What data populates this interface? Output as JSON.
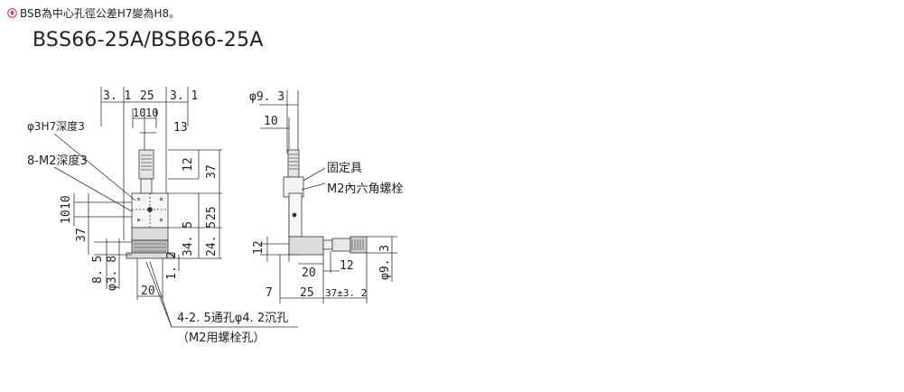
{
  "note": {
    "icon": "circle-pin-icon",
    "icon_color": "#d6336c",
    "text": "BSB為中心孔徑公差H7變為H8。"
  },
  "title": "BSS66-25A/BSB66-25A",
  "front": {
    "top_dims": [
      "3. 1",
      "25",
      "3. 1"
    ],
    "mid_dims": [
      "10",
      "10"
    ],
    "dim_13": "13",
    "labels": {
      "hole": "φ3H7深度3",
      "tap": "8-M2深度3"
    },
    "right_dims": [
      "12",
      "37",
      "25",
      "34. 5",
      "24. 5",
      "1. 2"
    ],
    "left_dims": [
      "10",
      "10",
      "37",
      "8. 5",
      "φ3. 8"
    ],
    "bottom_dim": "20",
    "callout_1": "4-2. 5通孔φ4. 2沉孔",
    "callout_2": "（M2用螺栓孔）"
  },
  "side": {
    "top_dims": [
      "φ9. 3",
      "10"
    ],
    "labels": {
      "fixer": "固定具",
      "bolt": "M2內六角螺栓"
    },
    "left_dim": "12",
    "right_dim": "φ9. 3",
    "inner_dims": [
      "12",
      "20"
    ],
    "bottom_dims": [
      "7",
      "25",
      "37±3. 2"
    ]
  }
}
